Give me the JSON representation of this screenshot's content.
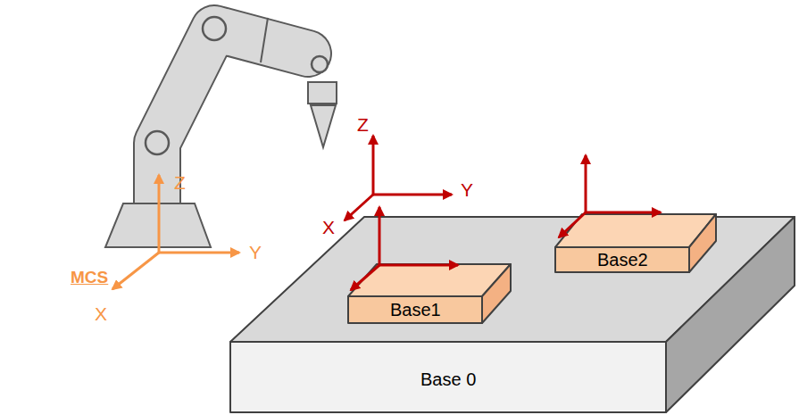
{
  "diagram": {
    "nodes": [
      {
        "text": [
          "Base 0"
        ]
      },
      {
        "text": [
          "Base1"
        ],
        "in": 0
      },
      {
        "text": [
          "Base2"
        ],
        "in": 0
      }
    ],
    "labels": [
      "Z",
      "Z",
      "Y",
      "X",
      "Y",
      "MCS",
      "X"
    ]
  }
}
